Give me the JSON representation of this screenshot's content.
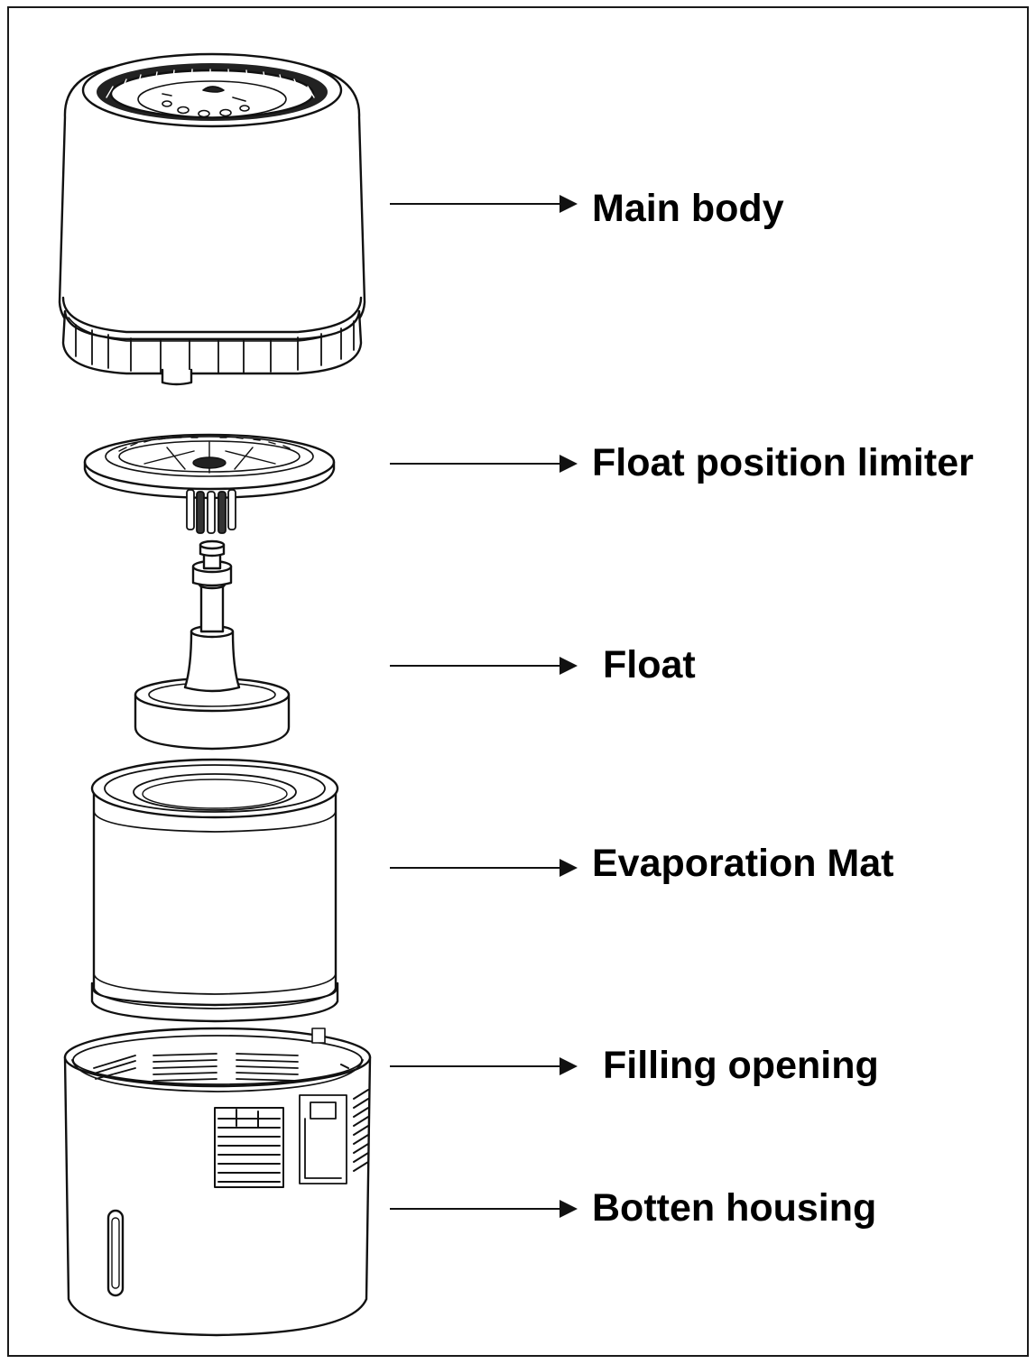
{
  "parts": [
    {
      "id": "main-body",
      "label": "Main body"
    },
    {
      "id": "float-position-limiter",
      "label": "Float position limiter"
    },
    {
      "id": "float",
      "label": "Float"
    },
    {
      "id": "evaporation-mat",
      "label": "Evaporation Mat"
    },
    {
      "id": "filling-opening",
      "label": "Filling opening"
    },
    {
      "id": "botten-housing",
      "label": "Botten housing"
    }
  ],
  "colors": {
    "line": "#111111",
    "background": "#ffffff"
  }
}
